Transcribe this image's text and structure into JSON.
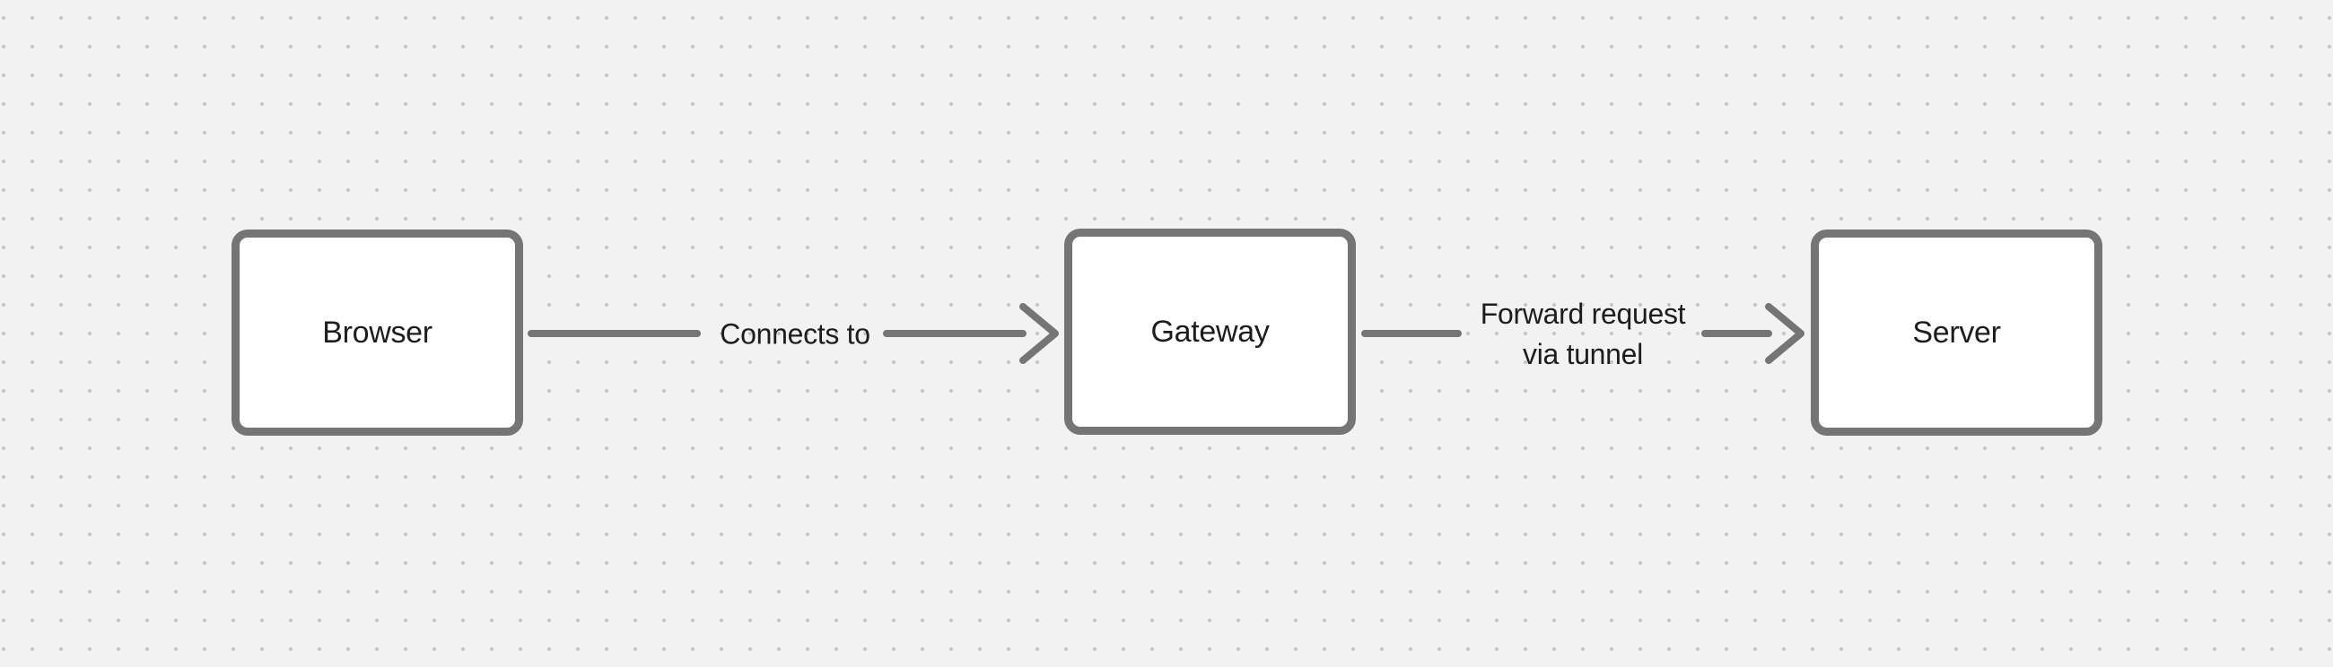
{
  "canvas": {
    "background_color": "#f2f2f2",
    "dot_color": "#c1c1c1"
  },
  "colors": {
    "node_border": "#757575",
    "node_fill": "#ffffff",
    "connector": "#757575",
    "text": "#1d1d1d"
  },
  "nodes": [
    {
      "id": "browser",
      "label": "Browser"
    },
    {
      "id": "gateway",
      "label": "Gateway"
    },
    {
      "id": "server",
      "label": "Server"
    }
  ],
  "edges": [
    {
      "from": "browser",
      "to": "gateway",
      "label": "Connects to"
    },
    {
      "from": "gateway",
      "to": "server",
      "label": "Forward request\nvia tunnel"
    }
  ]
}
